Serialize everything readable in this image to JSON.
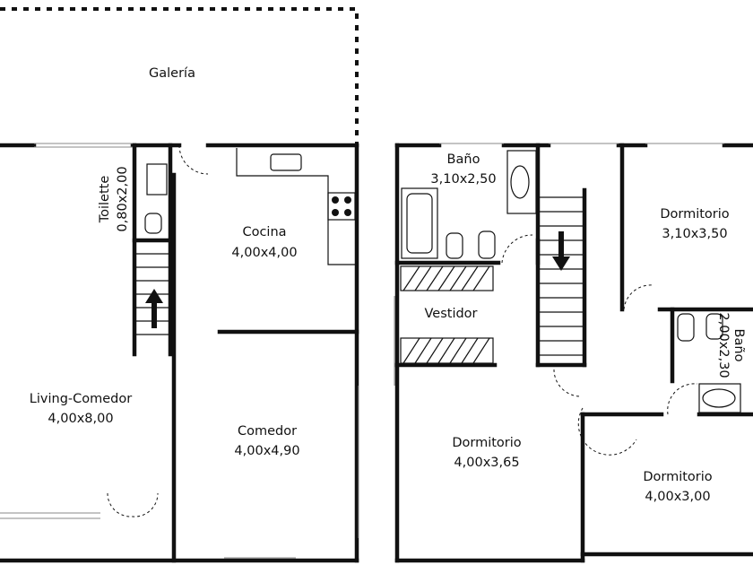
{
  "rooms": {
    "galeria": {
      "name": "Galería"
    },
    "toilette": {
      "name": "Toilette",
      "size": "0,80x2,00"
    },
    "cocina": {
      "name": "Cocina",
      "size": "4,00x4,00"
    },
    "living": {
      "name": "Living-Comedor",
      "size": "4,00x8,00"
    },
    "comedor": {
      "name": "Comedor",
      "size": "4,00x4,90"
    },
    "bano1": {
      "name": "Baño",
      "size": "3,10x2,50"
    },
    "vestidor": {
      "name": "Vestidor"
    },
    "dorm1": {
      "name": "Dormitorio",
      "size": "3,10x3,50"
    },
    "bano2": {
      "name": "Baño",
      "size": "2,00x2,30"
    },
    "dorm2": {
      "name": "Dormitorio",
      "size": "4,00x3,65"
    },
    "dorm3": {
      "name": "Dormitorio",
      "size": "4,00x3,00"
    }
  },
  "icons": [
    "stair-up-arrow-icon",
    "stair-down-arrow-icon",
    "sink-icon",
    "stove-icon",
    "toilet-icon",
    "bidet-icon",
    "bathtub-icon",
    "shower-icon"
  ]
}
